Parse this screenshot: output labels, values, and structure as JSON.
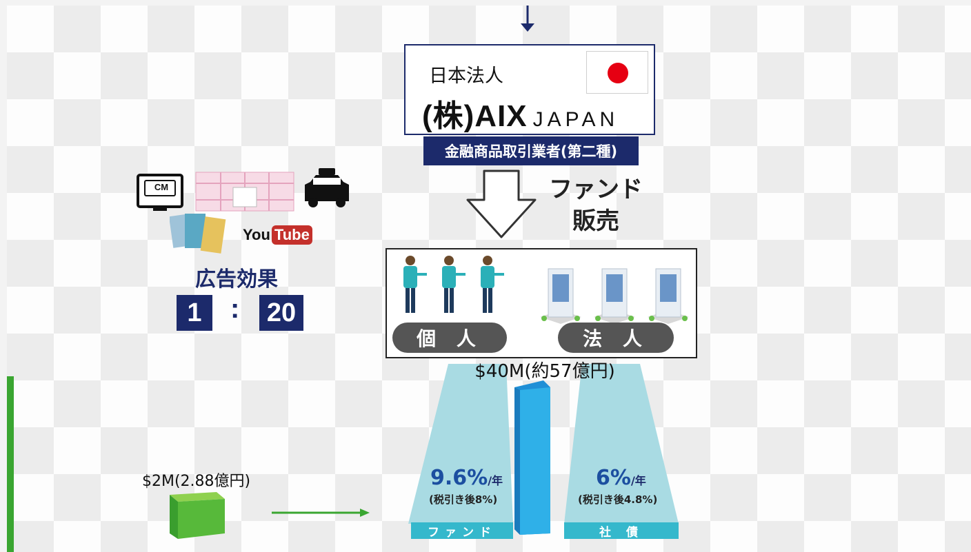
{
  "company": {
    "type_label": "日本法人",
    "name_main": "(株)AIX",
    "name_sub": "JAPAN",
    "license": "金融商品取引業者(第二種)"
  },
  "sales": {
    "line1": "ファンド",
    "line2": "販売"
  },
  "investors": {
    "individual": "個 人",
    "corporate": "法 人"
  },
  "ads": {
    "tv_label": "CM",
    "youtube_you": "You",
    "youtube_tube": "Tube",
    "title": "広告効果",
    "ratio_left": "1",
    "ratio_sep": ":",
    "ratio_right": "20"
  },
  "chart": {
    "large_amount": "$40M(約57億円)",
    "small_amount": "$2M(2.88億円)",
    "fund_rate": "9.6%",
    "bond_rate": "6%",
    "per_year": "/年",
    "fund_tax": "(税引き後8%)",
    "bond_tax": "(税引き後4.8%)",
    "fund_label": "ファンド",
    "bond_label": "社 債"
  },
  "colors": {
    "navy": "#1c2a6b",
    "cyan_bar": "#2fb0e8",
    "teal_cone": "#a9dbe3",
    "green": "#3aa631",
    "red": "#e60012"
  }
}
